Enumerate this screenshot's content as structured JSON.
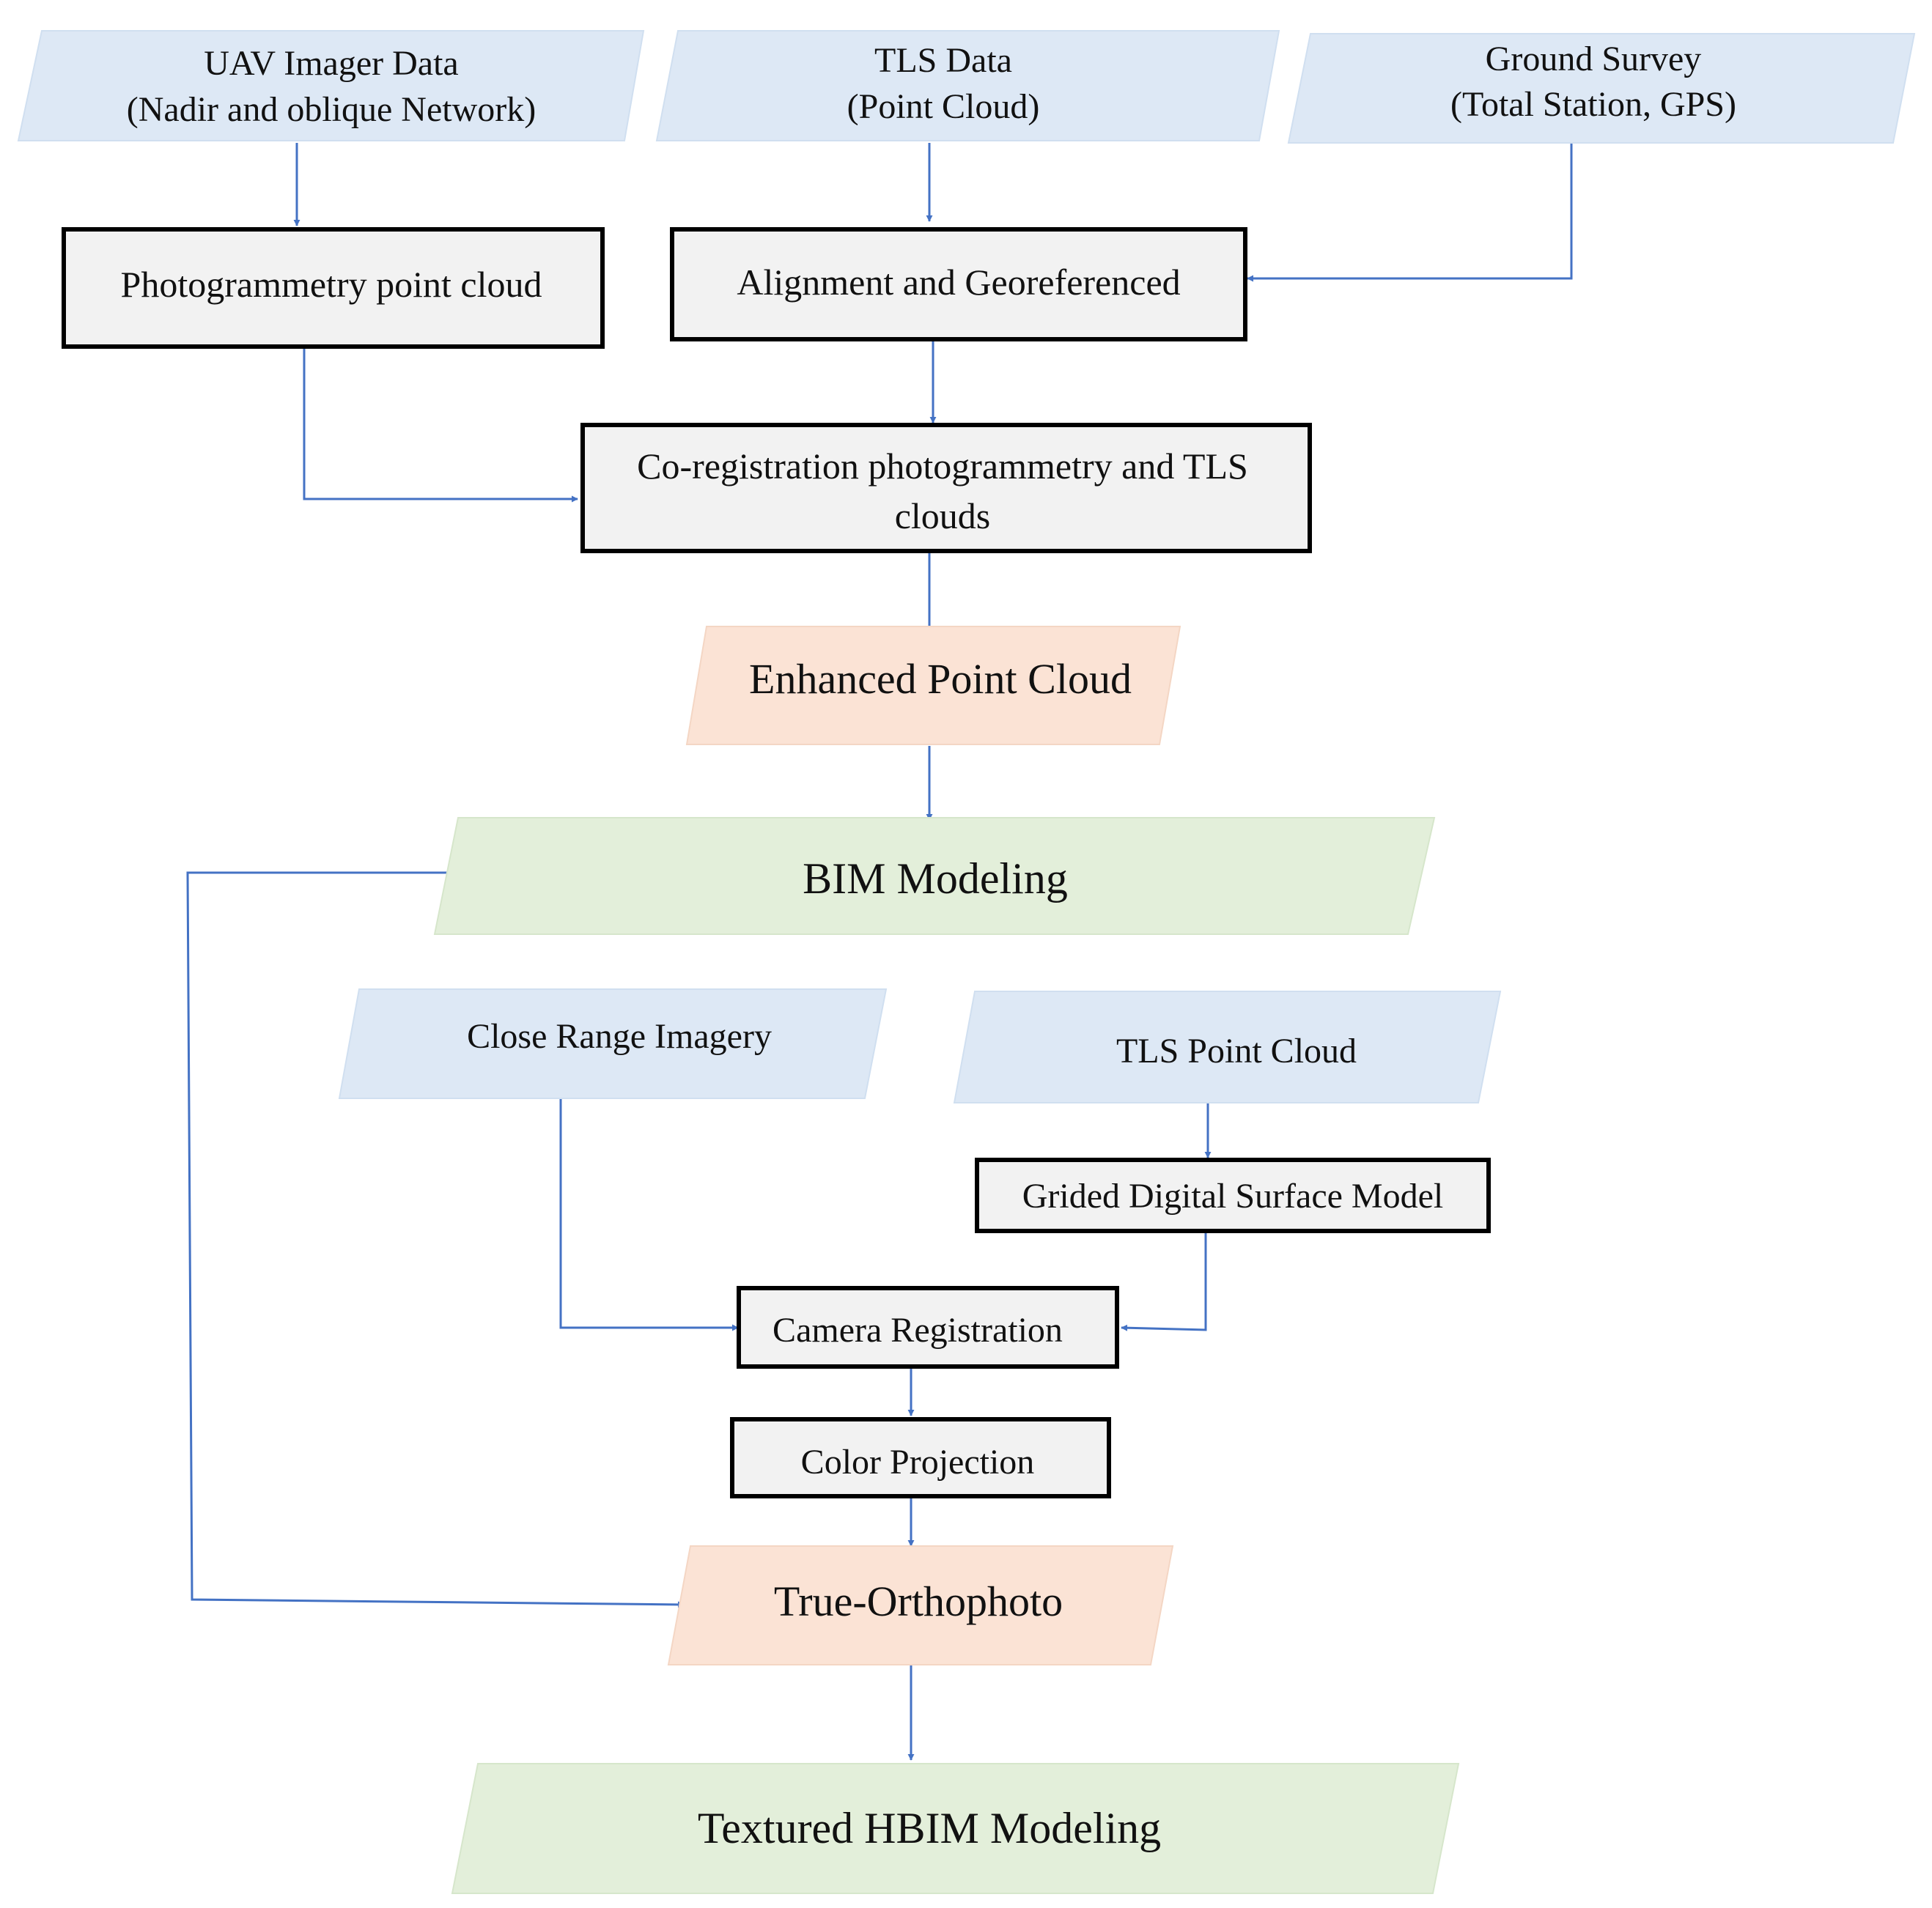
{
  "nodes": {
    "uav": {
      "line1": "UAV Imager Data",
      "line2": "(Nadir and oblique Network)"
    },
    "tls_data": {
      "line1": "TLS Data",
      "line2": "(Point Cloud)"
    },
    "ground_survey": {
      "line1": "Ground Survey",
      "line2": "(Total Station, GPS)"
    },
    "photogrammetry": {
      "label": "Photogrammetry point cloud"
    },
    "alignment": {
      "label": "Alignment and Georeferenced"
    },
    "coregistration": {
      "line1": "Co-registration photogrammetry and TLS",
      "line2": "clouds"
    },
    "enhanced": {
      "label": "Enhanced Point Cloud"
    },
    "bim": {
      "label": "BIM Modeling"
    },
    "close_range": {
      "label": "Close Range Imagery"
    },
    "tls_point_cloud": {
      "label": "TLS Point Cloud"
    },
    "grided_dsm": {
      "label": "Grided Digital Surface Model"
    },
    "camera_registration": {
      "label": "Camera Registration"
    },
    "color_projection": {
      "label": "Color Projection"
    },
    "true_orthophoto": {
      "label": "True-Orthophoto"
    },
    "textured_hbim": {
      "label": "Textured HBIM Modeling"
    }
  },
  "colors": {
    "input_fill": "#dde8f5",
    "output_fill": "#fbe3d5",
    "model_fill": "#e3efda",
    "process_fill": "#f2f2f2",
    "arrow": "#4472c4"
  }
}
